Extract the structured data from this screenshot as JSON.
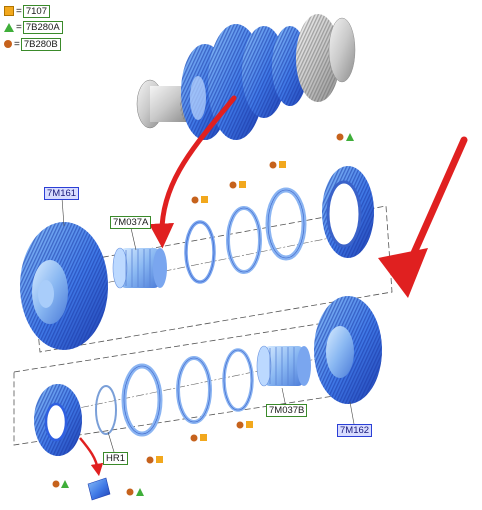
{
  "legend": [
    {
      "marker": "square",
      "label": "7107"
    },
    {
      "marker": "triangle",
      "label": "7B280A"
    },
    {
      "marker": "dot",
      "label": "7B280B"
    }
  ],
  "legend_eq": "=",
  "callouts": {
    "c1": "7M161",
    "c2": "7M037A",
    "c3": "7M037B",
    "c4": "7M162",
    "c5": "HR1"
  },
  "colors": {
    "part_blue": "#2f5fe0",
    "part_light": "#6fa8ef",
    "arrow_red": "#e02020",
    "marker_orange": "#f2a81d",
    "marker_green": "#3fae3a",
    "marker_brown": "#c6621c"
  }
}
